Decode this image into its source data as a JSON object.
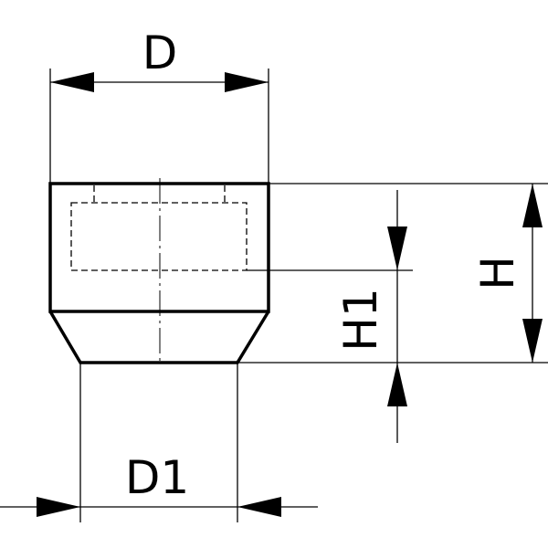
{
  "labels": {
    "diameter": "D",
    "bottom_diameter": "D1",
    "height": "H",
    "partial_height": "H1"
  }
}
